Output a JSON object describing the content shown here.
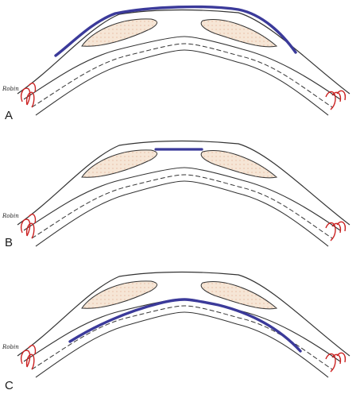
{
  "panels": [
    {
      "label": "A",
      "signature": "Robin",
      "highlight": "outer-surface"
    },
    {
      "label": "B",
      "signature": "Robin",
      "highlight": "mid-bridge"
    },
    {
      "label": "C",
      "signature": "Robin",
      "highlight": "inner-surface"
    }
  ],
  "colors": {
    "highlight": "#3b3a9a",
    "fill": "#f6e6d6",
    "dots": "#e0a888",
    "outline": "#333333",
    "roots": "#cc2222"
  }
}
